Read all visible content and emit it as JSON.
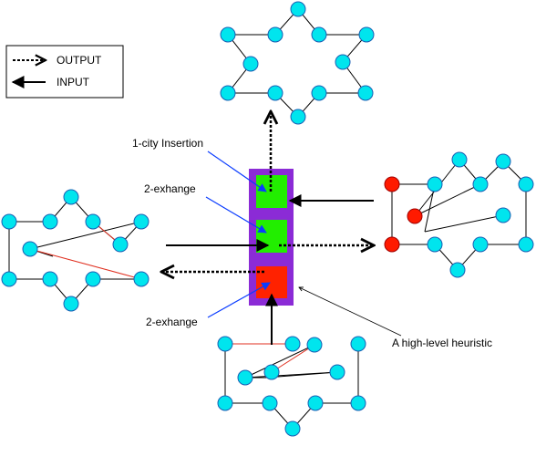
{
  "legend": {
    "output_label": "OUTPUT",
    "input_label": "INPUT"
  },
  "labels": {
    "one_city_insertion": "1-city Insertion",
    "two_exchange_top": "2-exhange",
    "two_exchange_bottom": "2-exhange",
    "high_level_heuristic": "A high-level heuristic"
  },
  "colors": {
    "node_fill": "#00e5ee",
    "node_stroke": "#1a5fb4",
    "highlight_node": "#ff1a00",
    "heuristic_box": "#8b2bd6",
    "low_level_green": "#22ee00",
    "low_level_red": "#ff2200",
    "edge": "#000000",
    "changed_edge": "#e03020",
    "pointer_blue": "#0a3cff"
  },
  "heuristic_boxes": [
    {
      "name": "one-city-insertion-box",
      "color": "#22ee00"
    },
    {
      "name": "two-exchange-green-box",
      "color": "#22ee00"
    },
    {
      "name": "two-exchange-red-box",
      "color": "#ff2200"
    }
  ]
}
